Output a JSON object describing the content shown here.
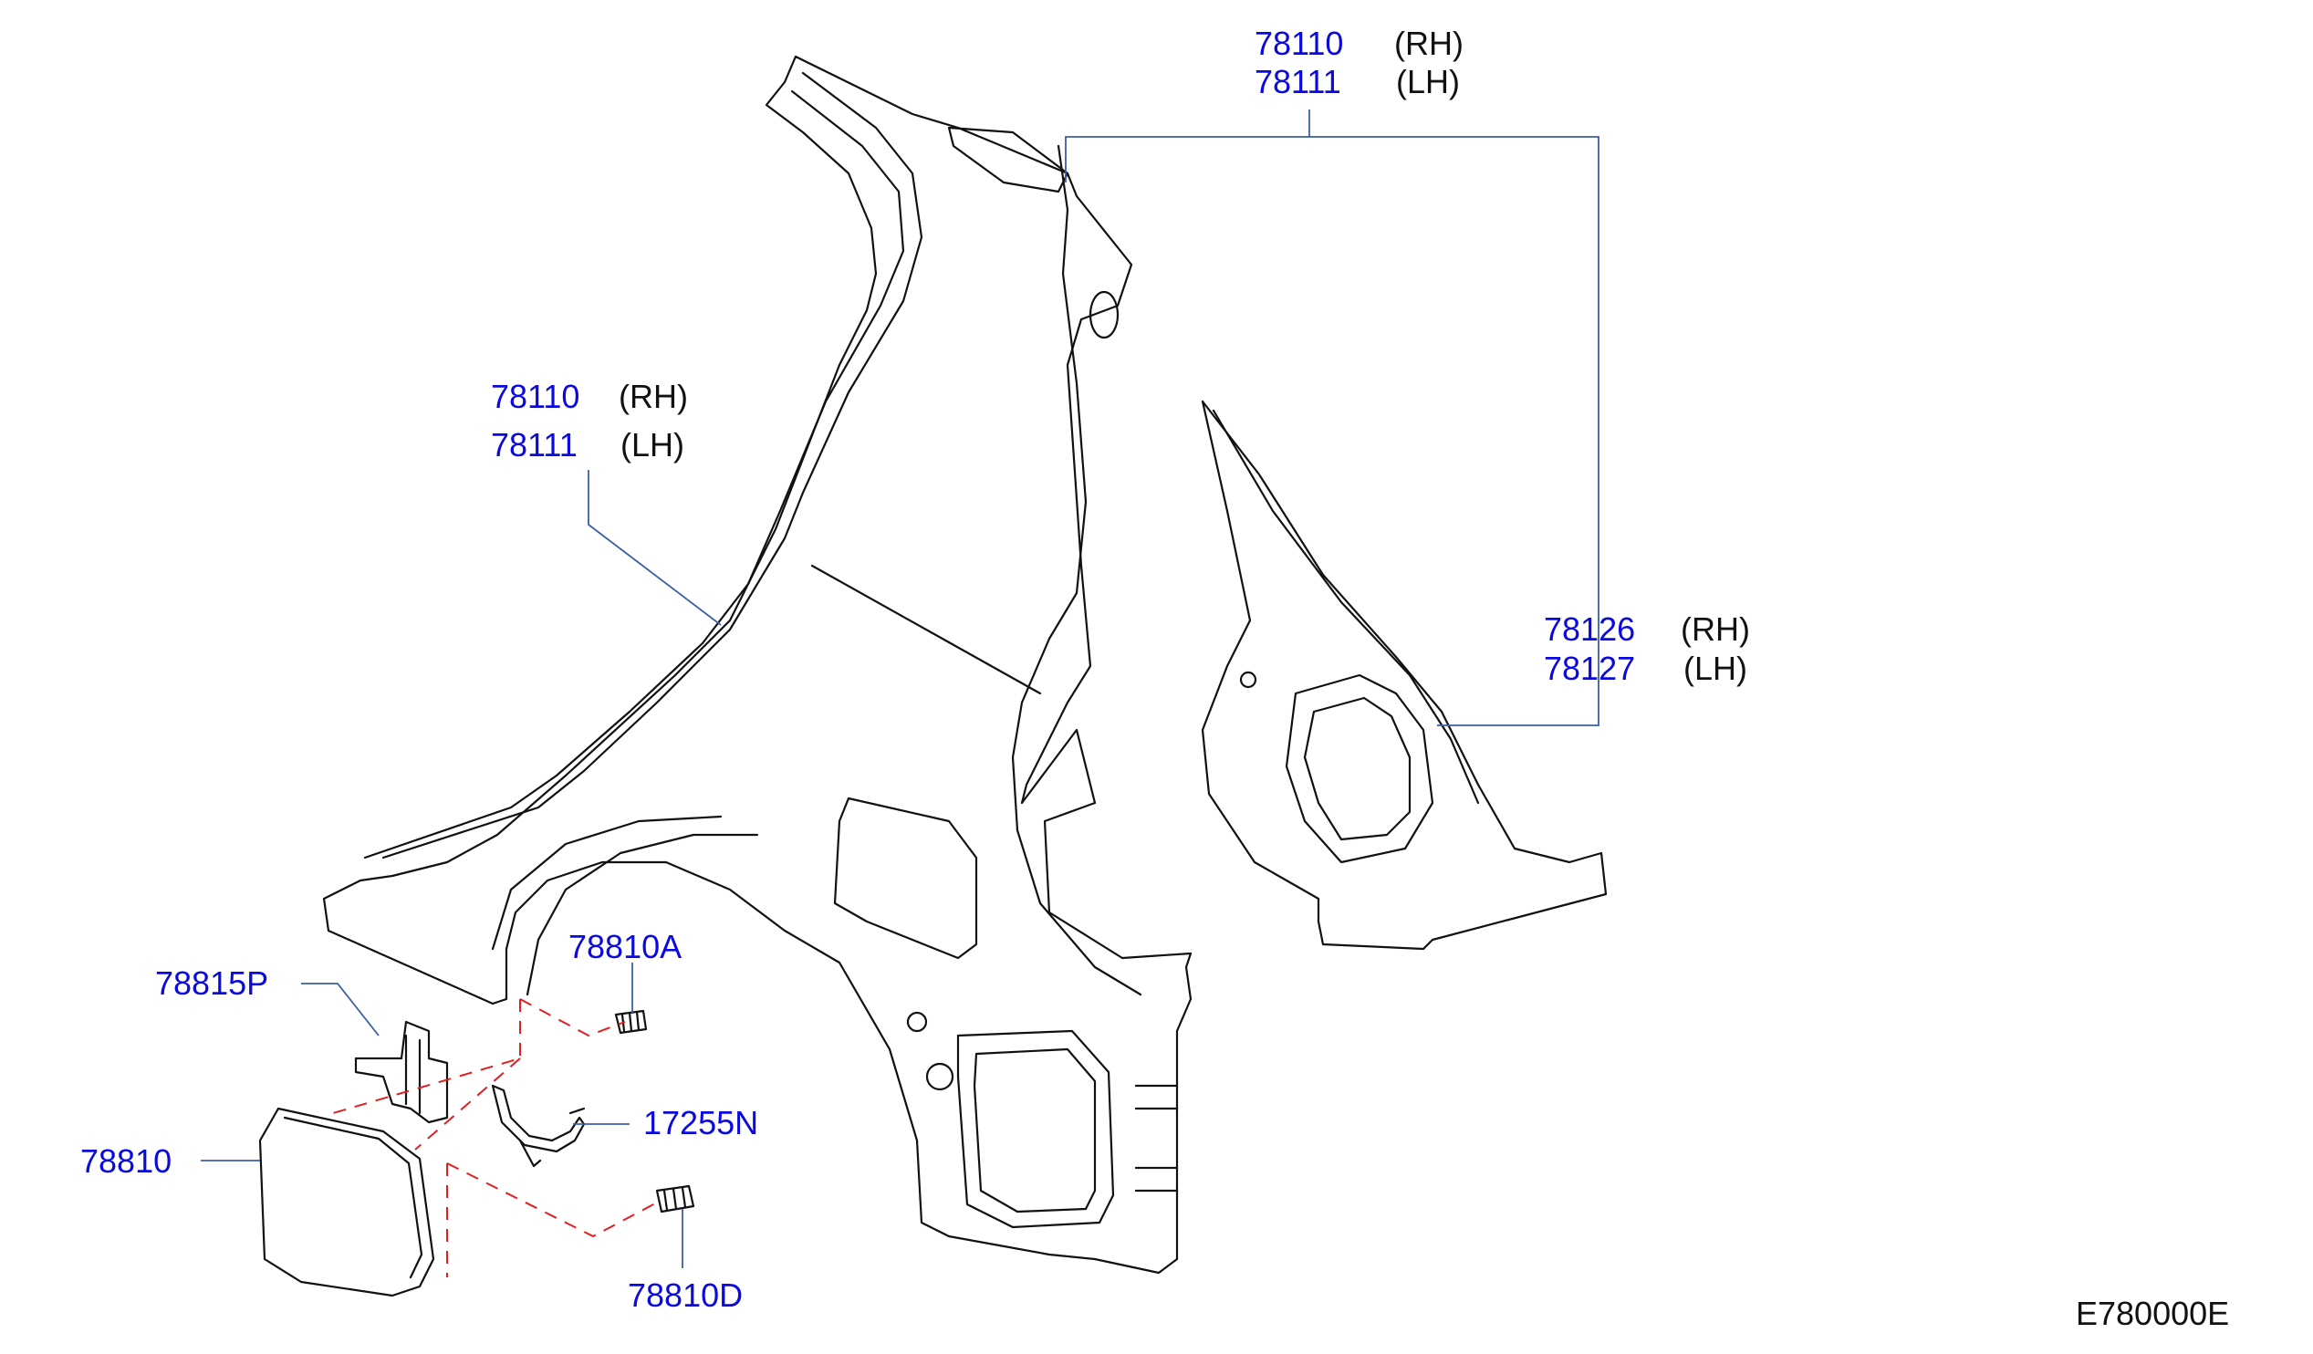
{
  "colors": {
    "part_number": "#0a0ae0",
    "leader_line": "#3b5fa8",
    "dashed_guide": "#e02020",
    "outline": "#111111",
    "background": "#ffffff"
  },
  "callouts": {
    "top_right": {
      "rh_part": "78110",
      "rh_side": "(RH)",
      "lh_part": "78111",
      "lh_side": "(LH)"
    },
    "left_panel": {
      "rh_part": "78110",
      "rh_side": "(RH)",
      "lh_part": "78111",
      "lh_side": "(LH)"
    },
    "inner_panel": {
      "rh_part": "78126",
      "rh_side": "(RH)",
      "lh_part": "78127",
      "lh_side": "(LH)"
    },
    "bracket": {
      "part": "78815P"
    },
    "fuel_lid": {
      "part": "78810"
    },
    "bumper_a": {
      "part": "78810A"
    },
    "spring": {
      "part": "17255N"
    },
    "bumper_d": {
      "part": "78810D"
    }
  },
  "diagram_code": "E780000E"
}
